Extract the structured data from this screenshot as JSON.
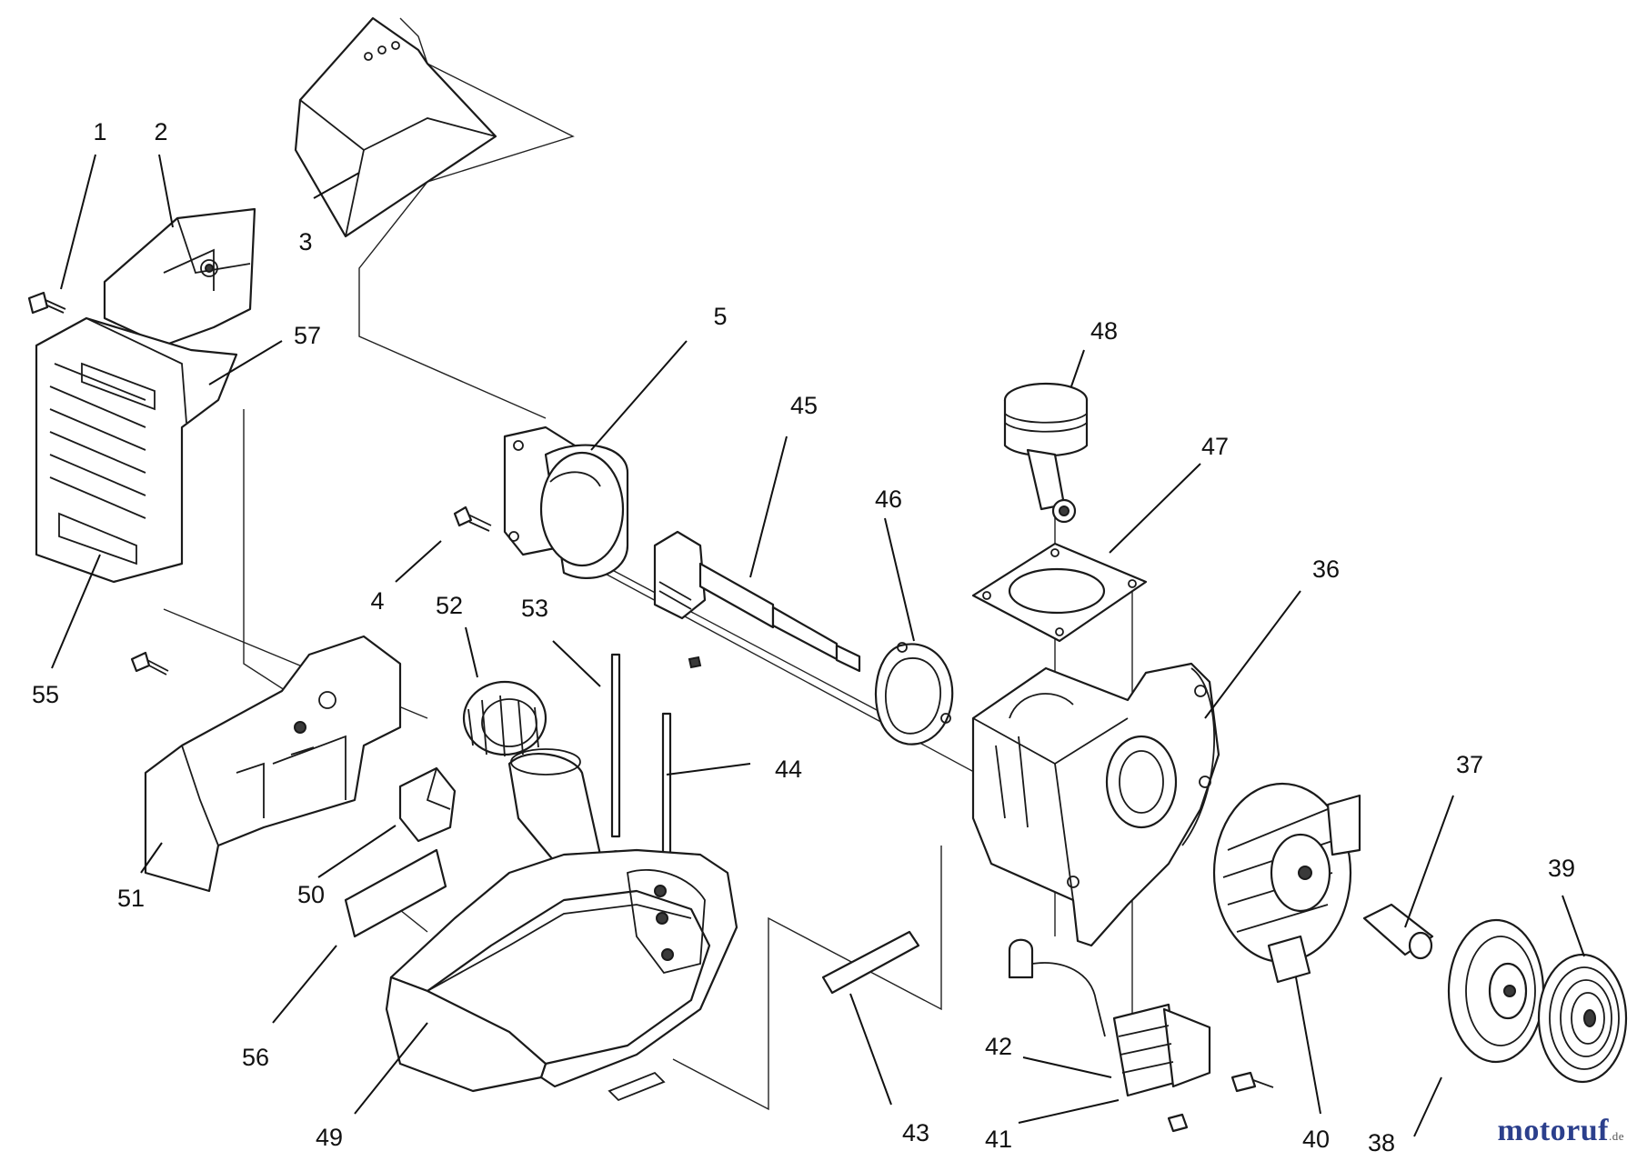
{
  "labels": {
    "p1": "1",
    "p2": "2",
    "p3": "3",
    "p4": "4",
    "p5": "5",
    "p36": "36",
    "p37": "37",
    "p38": "38",
    "p39": "39",
    "p40": "40",
    "p41": "41",
    "p42": "42",
    "p43": "43",
    "p44": "44",
    "p45": "45",
    "p46": "46",
    "p47": "47",
    "p48": "48",
    "p49": "49",
    "p50": "50",
    "p51": "51",
    "p52": "52",
    "p53": "53",
    "p55": "55",
    "p56": "56",
    "p57": "57"
  },
  "watermark": {
    "name": "motoruf",
    "tld": ".de"
  },
  "colors": {
    "line": "#1a1a1a",
    "watermark": "#2b3f8c"
  }
}
